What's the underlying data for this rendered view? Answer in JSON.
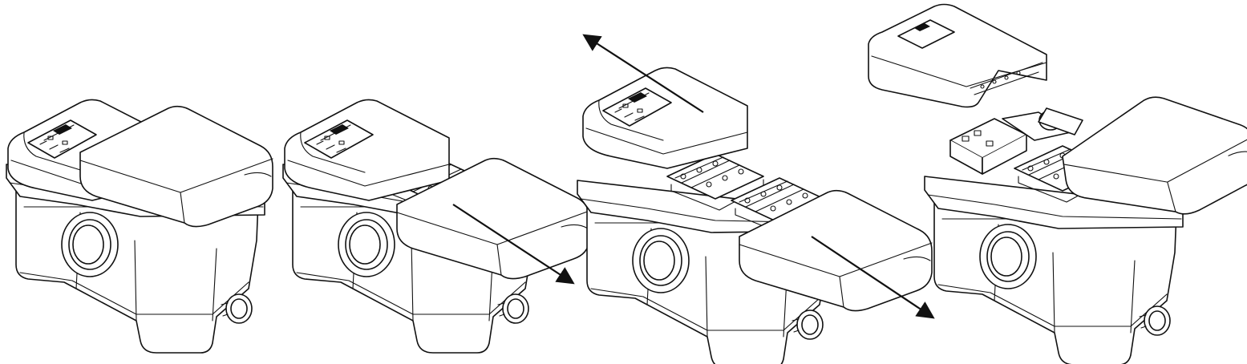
{
  "figure": {
    "description_free": true,
    "steps": [
      {
        "id": "step-1",
        "state": "assembled",
        "arrows": []
      },
      {
        "id": "step-2",
        "state": "front-cover-slide",
        "arrows": [
          "down-right"
        ]
      },
      {
        "id": "step-3",
        "state": "both-covers-separate",
        "arrows": [
          "up-left",
          "down-right"
        ]
      },
      {
        "id": "step-4",
        "state": "covers-removed",
        "arrows": []
      }
    ],
    "colors": {
      "line": "#111111",
      "background": "#ffffff"
    }
  }
}
